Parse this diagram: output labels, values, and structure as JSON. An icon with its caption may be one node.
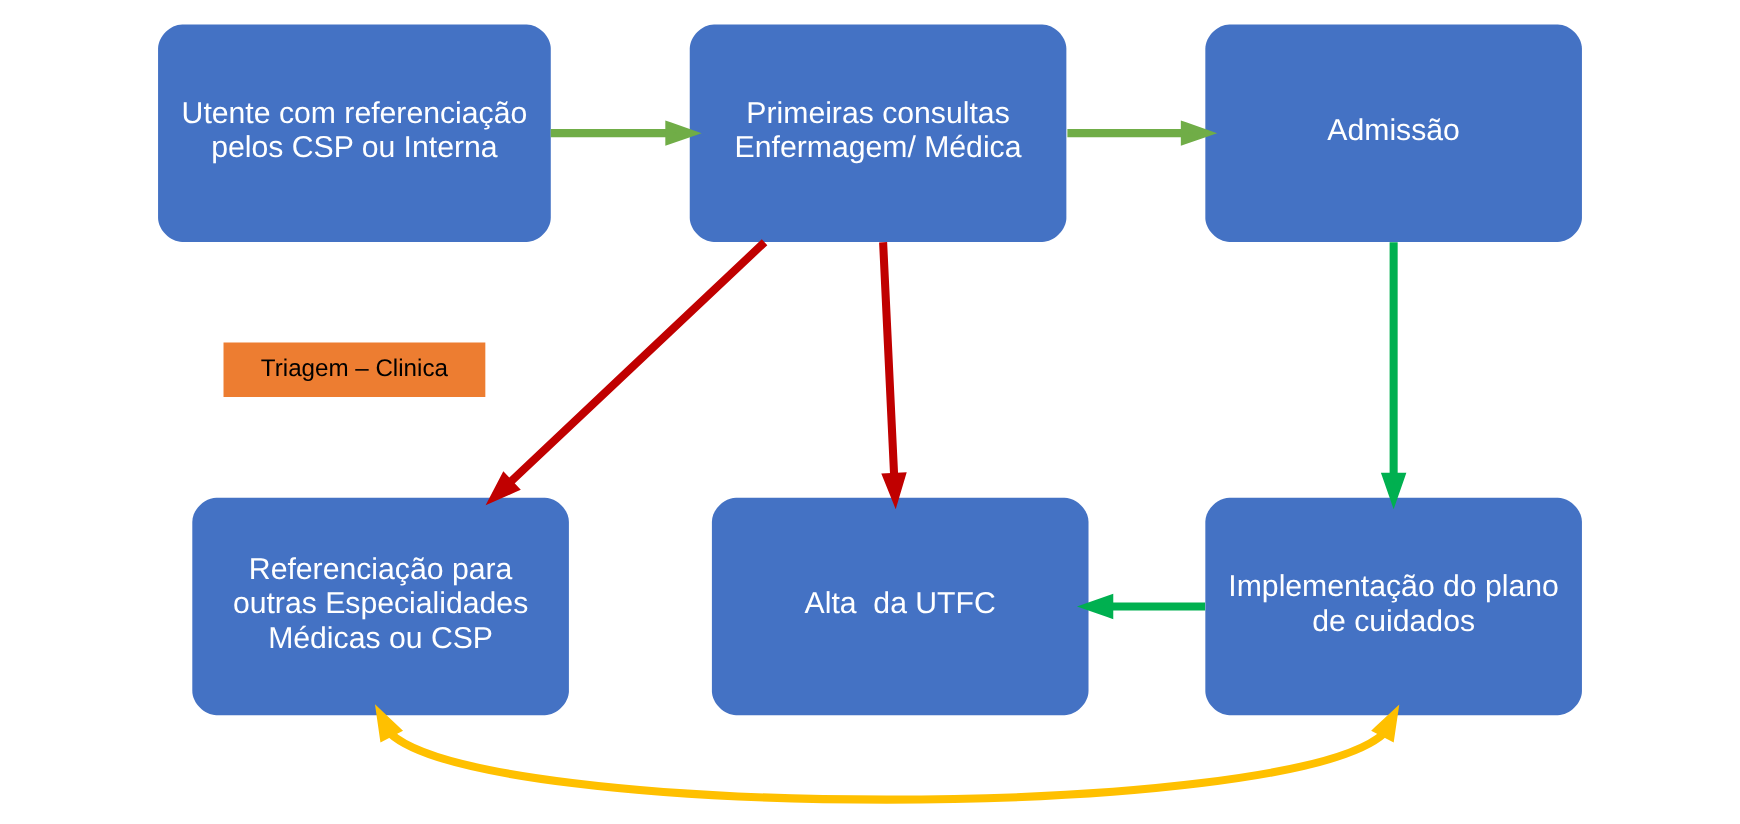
{
  "diagram": {
    "nodes": [
      {
        "text": [
          "Utente com referenciação pelos CSP ou Interna"
        ]
      },
      {
        "text": [
          "Triagem – Clinica"
        ]
      },
      {
        "text": [
          "Primeiras consultas Enfermagem/ Médica"
        ]
      },
      {
        "text": [
          "Admissão"
        ]
      },
      {
        "text": [
          "Referenciação para outras Especialidades Médicas ou CSP"
        ]
      },
      {
        "text": [
          "Alta  da UTFC"
        ]
      },
      {
        "text": [
          "Implementação do plano de cuidados"
        ]
      }
    ],
    "edges": [
      {
        "from": 0,
        "to": 2,
        "arrow": "to",
        "color": "#70ad47"
      },
      {
        "from": 2,
        "to": 3,
        "arrow": "to",
        "color": "#70ad47"
      },
      {
        "from": 3,
        "to": 6,
        "arrow": "to",
        "color": "#00b050"
      },
      {
        "from": 6,
        "to": 5,
        "arrow": "to",
        "color": "#00b050"
      },
      {
        "from": 2,
        "to": 4,
        "arrow": "to",
        "color": "#c00000"
      },
      {
        "from": 2,
        "to": 5,
        "arrow": "to",
        "color": "#c00000"
      },
      {
        "from": 4,
        "to": 6,
        "arrow": "both",
        "color": "#ffc000"
      }
    ]
  }
}
